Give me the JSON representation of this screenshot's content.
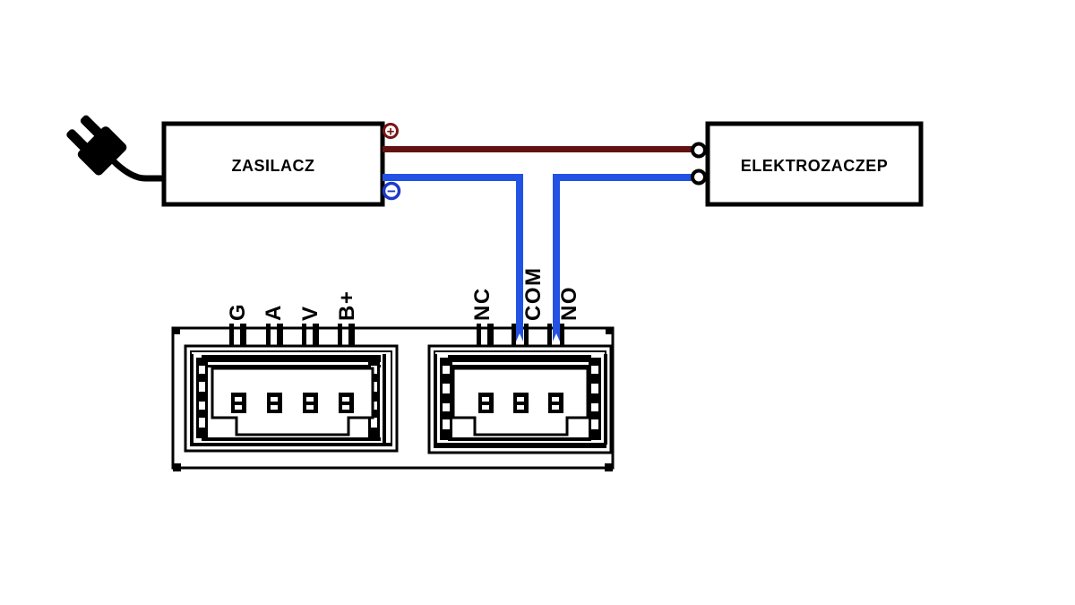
{
  "diagram": {
    "power_supply": {
      "label": "ZASILACZ",
      "plus_symbol": "+",
      "minus_symbol": "−"
    },
    "electric_strike": {
      "label": "ELEKTROZACZEP"
    },
    "connector_left": {
      "pins": [
        "G",
        "A",
        "V",
        "B+"
      ]
    },
    "connector_right": {
      "pins": [
        "NC",
        "COM",
        "NO"
      ]
    },
    "colors": {
      "positive_wire": "#641111",
      "negative_wire": "#2152e3",
      "plus_ring": "#7a1515",
      "minus_ring": "#1d3ac9",
      "outline": "#000000"
    }
  }
}
